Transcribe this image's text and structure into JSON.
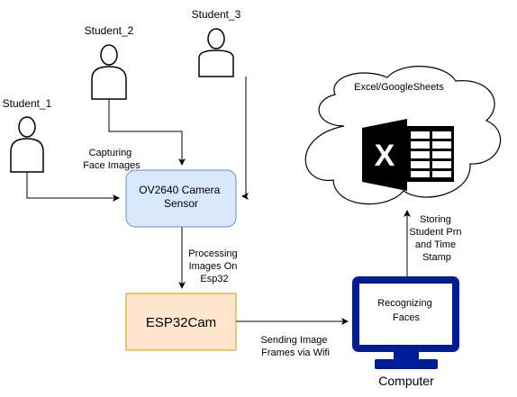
{
  "actors": {
    "student_1": "Student_1",
    "student_2": "Student_2",
    "student_3": "Student_3"
  },
  "nodes": {
    "camera": [
      "OV2640 Camera",
      "Sensor"
    ],
    "esp32cam": "ESP32Cam",
    "computer_screen": [
      "Recognizing",
      "Faces"
    ],
    "computer": "Computer",
    "cloud": "Excel/GoogleSheets"
  },
  "edge_labels": {
    "capturing": [
      "Capturing",
      "Face Images"
    ],
    "processing": [
      "Processing",
      "Images On",
      "Esp32"
    ],
    "sending": [
      "Sending Image",
      "Frames via Wifi"
    ],
    "storing": [
      "Storing",
      "Student Prn",
      "and Time",
      "Stamp"
    ]
  },
  "icon_text": {
    "excel_letter": "X"
  },
  "colors": {
    "camera_fill": "#dae8fc",
    "camera_stroke": "#6c8ebf",
    "esp_fill": "#ffe6cc",
    "esp_stroke": "#d79b00",
    "computer_blue": "#001d99",
    "excel_dark": "#000000"
  }
}
